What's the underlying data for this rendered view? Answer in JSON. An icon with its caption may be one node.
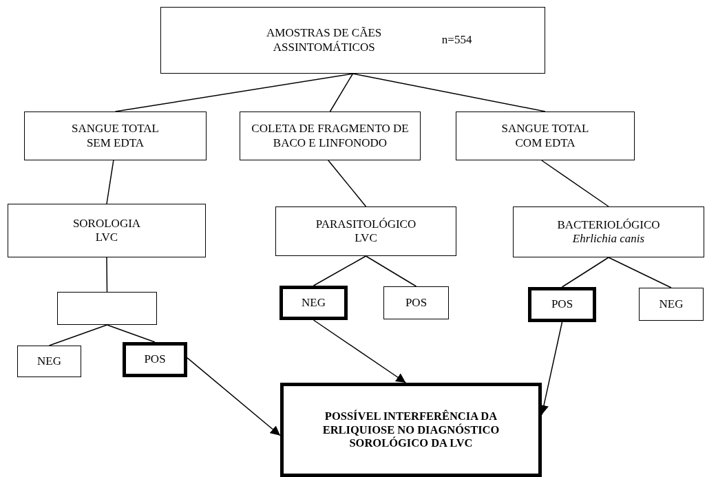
{
  "diagram": {
    "nodes": [
      {
        "text": [
          "AMOSTRAS DE CÃES ASSINTOMÁTICOS",
          "n=554"
        ]
      },
      {
        "text": [
          "SANGUE TOTAL SEM EDTA"
        ]
      },
      {
        "text": [
          "COLETA DE FRAGMENTO DE BACO E LINFONODO"
        ]
      },
      {
        "text": [
          "SANGUE TOTAL COM EDTA"
        ]
      },
      {
        "text": [
          "SOROLOGIA LVC"
        ]
      },
      {
        "text": [
          "PARASITOLÓGICO LVC"
        ]
      },
      {
        "text": [
          "BACTERIOLÓGICO *Ehrlichia canis*"
        ]
      },
      {
        "text": [],
        "shape": "box"
      },
      {
        "text": [
          "NEG"
        ]
      },
      {
        "text": [
          "POS"
        ]
      },
      {
        "text": [
          "POS"
        ]
      },
      {
        "text": [
          "NEG"
        ]
      },
      {
        "text": [
          "NEG"
        ]
      },
      {
        "text": [
          "POS"
        ]
      },
      {
        "text": [
          "POSSÍVEL INTERFERÊNCIA DA ERLIQUIOSE NO DIAGNÓSTICO SOROLÓGICO DA LVC"
        ]
      }
    ],
    "edges": [
      {
        "from": 0,
        "to": 1,
        "arrow": "none"
      },
      {
        "from": 0,
        "to": 2,
        "arrow": "none"
      },
      {
        "from": 0,
        "to": 3,
        "arrow": "none"
      },
      {
        "from": 1,
        "to": 4,
        "arrow": "none"
      },
      {
        "from": 2,
        "to": 5,
        "arrow": "none"
      },
      {
        "from": 3,
        "to": 6,
        "arrow": "none"
      },
      {
        "from": 4,
        "to": 7,
        "arrow": "none"
      },
      {
        "from": 5,
        "to": 8,
        "arrow": "none"
      },
      {
        "from": 5,
        "to": 9,
        "arrow": "none"
      },
      {
        "from": 6,
        "to": 10,
        "arrow": "none"
      },
      {
        "from": 6,
        "to": 11,
        "arrow": "none"
      },
      {
        "from": 7,
        "to": 12,
        "arrow": "none"
      },
      {
        "from": 7,
        "to": 13,
        "arrow": "none"
      },
      {
        "from": 13,
        "to": 14,
        "arrow": "to"
      },
      {
        "from": 8,
        "to": 14,
        "arrow": "to"
      },
      {
        "from": 10,
        "to": 14,
        "arrow": "to"
      }
    ]
  }
}
